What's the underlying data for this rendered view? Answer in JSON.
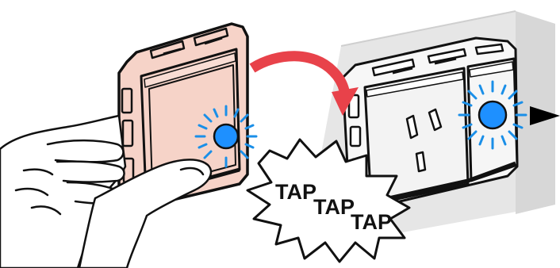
{
  "callout": {
    "words": [
      "TAP",
      "TAP",
      "TAP"
    ]
  },
  "colors": {
    "outline": "#111111",
    "device_fill": "#f6d3c8",
    "wall_fill": "#e6e6e6",
    "plate_fill": "#f3f3f3",
    "arrow_red": "#e8424a",
    "led_blue": "#1e90ff",
    "ray_blue": "#1a8fe8",
    "direction_arrow": "#000000"
  },
  "icons": {
    "left_indicator": "blue-led-icon",
    "right_indicator": "blue-led-icon",
    "move_arrow": "curved-arrow-icon",
    "direction": "triangle-arrow-icon"
  }
}
